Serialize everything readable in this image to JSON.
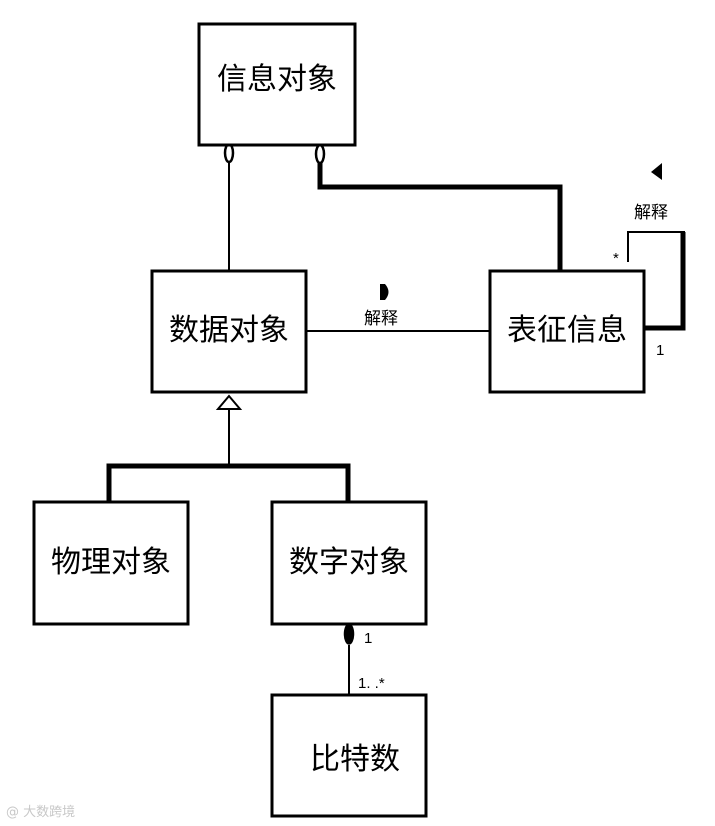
{
  "nodes": {
    "information_object": "信息对象",
    "data_object": "数据对象",
    "representation_info": "表征信息",
    "physical_object": "物理对象",
    "digital_object": "数字对象",
    "bits": "比特数"
  },
  "edges": {
    "interprets_label": "解释",
    "self_interprets_label": "解释",
    "self_mult_star": "*",
    "self_mult_one": "1",
    "digital_bits_mult_one": "1",
    "digital_bits_mult_many": "1. .*"
  },
  "watermark": "@ 大数跨境"
}
